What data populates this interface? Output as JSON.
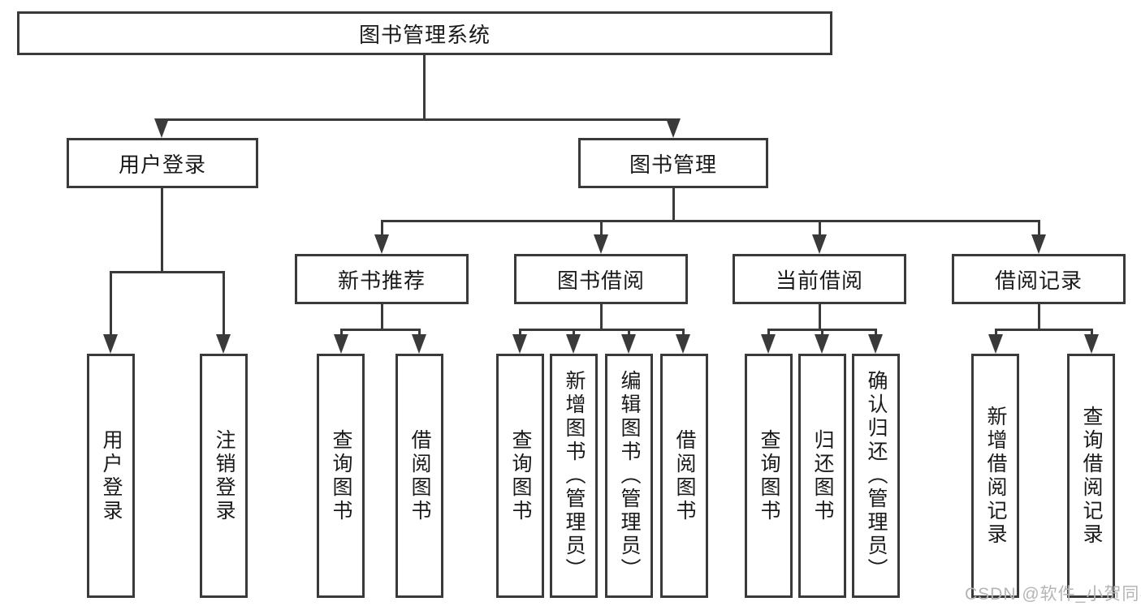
{
  "diagram": {
    "root": {
      "label": "图书管理系统"
    },
    "level2": [
      {
        "label": "用户登录"
      },
      {
        "label": "图书管理"
      }
    ],
    "level3": [
      {
        "label": "新书推荐"
      },
      {
        "label": "图书借阅"
      },
      {
        "label": "当前借阅"
      },
      {
        "label": "借阅记录"
      }
    ],
    "leaves": [
      {
        "label": "用户登录",
        "parent": "用户登录"
      },
      {
        "label": "注销登录",
        "parent": "用户登录"
      },
      {
        "label": "查询图书",
        "parent": "新书推荐"
      },
      {
        "label": "借阅图书",
        "parent": "新书推荐"
      },
      {
        "label": "查询图书",
        "parent": "图书借阅"
      },
      {
        "label": "新增图书（管理员）",
        "parent": "图书借阅"
      },
      {
        "label": "编辑图书（管理员）",
        "parent": "图书借阅"
      },
      {
        "label": "借阅图书",
        "parent": "图书借阅"
      },
      {
        "label": "查询图书",
        "parent": "当前借阅"
      },
      {
        "label": "归还图书",
        "parent": "当前借阅"
      },
      {
        "label": "确认归还（管理员）",
        "parent": "当前借阅"
      },
      {
        "label": "新增借阅记录",
        "parent": "借阅记录"
      },
      {
        "label": "查询借阅记录",
        "parent": "借阅记录"
      }
    ],
    "watermark": "CSDN @软件_小贺同学",
    "colors": {
      "line": "#3a3a3a",
      "text": "#1a1a1a",
      "watermark": "#b5b5b5",
      "background": "#ffffff"
    }
  }
}
